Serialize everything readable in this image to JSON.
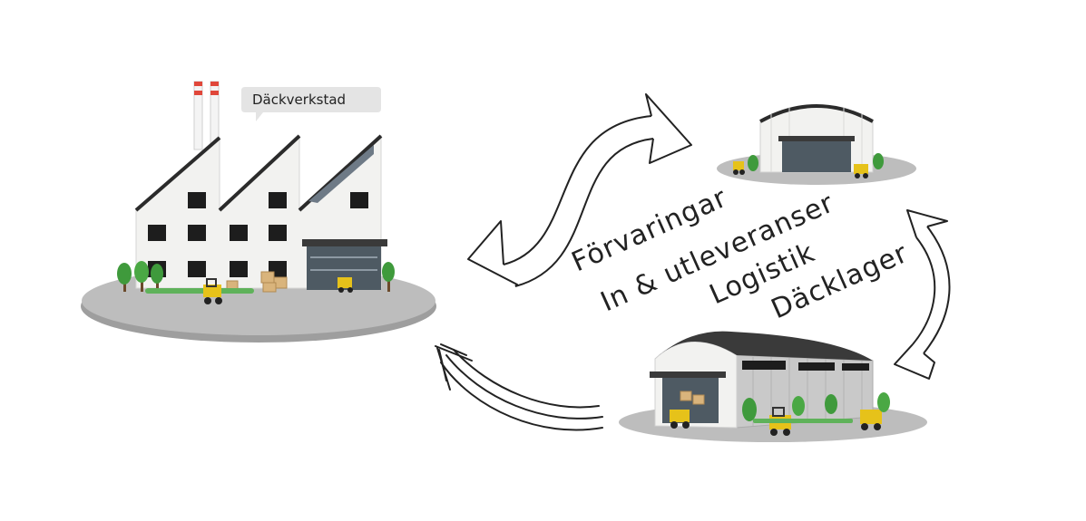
{
  "factory": {
    "label": "Däckverkstad"
  },
  "services": {
    "line1": "Förvaringar",
    "line2": "In & utleveranser",
    "line3": "Logistik",
    "line4": "Däcklager"
  },
  "colors": {
    "ground": "#bdbdbd",
    "building": "#f2f2f0",
    "roof": "#2b2b2b",
    "tree": "#3f9a3c",
    "forklift": "#e6c21a",
    "chimney_stripe": "#e0473a",
    "ink": "#222222"
  }
}
